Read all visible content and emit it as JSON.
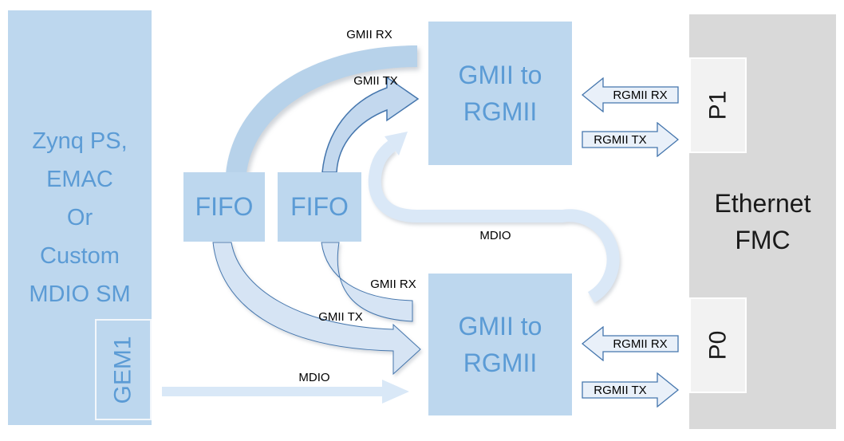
{
  "blocks": {
    "zynq": {
      "lines": [
        "Zynq PS,",
        "EMAC",
        "Or",
        "Custom",
        "MDIO SM"
      ],
      "gem": "GEM1"
    },
    "fifo_left": {
      "label": "FIFO"
    },
    "fifo_right": {
      "label": "FIFO"
    },
    "gmii_to_rgmii_top": {
      "lines": [
        "GMII to",
        "RGMII"
      ]
    },
    "gmii_to_rgmii_bottom": {
      "lines": [
        "GMII to",
        "RGMII"
      ]
    },
    "ethernet_fmc": {
      "lines": [
        "Ethernet",
        "FMC"
      ],
      "port_top": "P1",
      "port_bottom": "P0"
    }
  },
  "signal_labels": {
    "gmii_rx_top": "GMII RX",
    "gmii_tx_top": "GMII TX",
    "gmii_rx_bottom": "GMII RX",
    "gmii_tx_bottom": "GMII TX",
    "mdio_loop": "MDIO",
    "mdio_straight": "MDIO"
  },
  "rgmii_arrows": {
    "top_rx": "RGMII RX",
    "top_tx": "RGMII TX",
    "bottom_rx": "RGMII RX",
    "bottom_tx": "RGMII TX"
  },
  "colors": {
    "block_fill": "#bdd7ee",
    "block_text": "#5b9bd5",
    "fmc_fill": "#d9d9d9",
    "port_fill": "#f2f2f2",
    "band_light": "#dae8f7",
    "band_medium": "#b7d2ea",
    "arrow_fill": "#d6e4f4",
    "arrow_outline": "#4576ad",
    "label_text": "#000000"
  }
}
